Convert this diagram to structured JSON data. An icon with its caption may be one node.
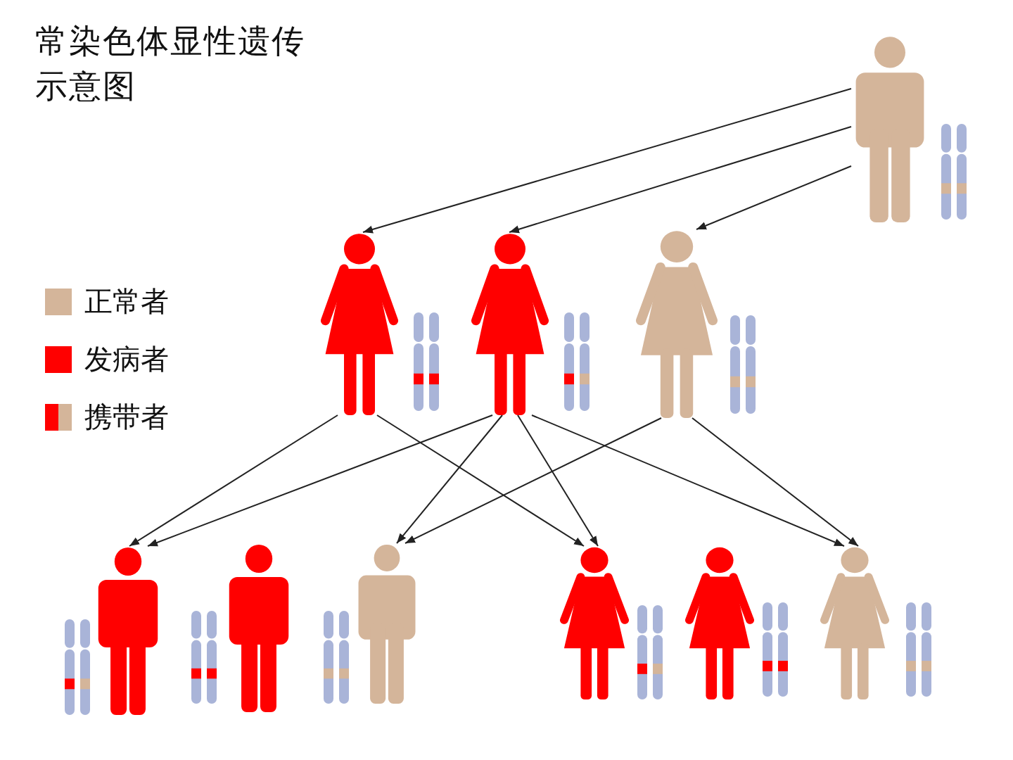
{
  "diagram": {
    "title": "常染色体显性遗传示意图",
    "nodes": [
      {
        "text": [],
        "shape": "person"
      },
      {
        "text": [],
        "shape": "person"
      },
      {
        "text": [],
        "shape": "person"
      },
      {
        "text": [],
        "shape": "person"
      },
      {
        "text": [],
        "shape": "person"
      },
      {
        "text": [],
        "shape": "person"
      },
      {
        "text": [],
        "shape": "person"
      },
      {
        "text": [],
        "shape": "person"
      },
      {
        "text": [],
        "shape": "person"
      },
      {
        "text": [],
        "shape": "person"
      }
    ],
    "edges": [
      {
        "from": 0,
        "to": 1,
        "arrow": "to"
      },
      {
        "from": 0,
        "to": 2,
        "arrow": "to"
      },
      {
        "from": 0,
        "to": 3,
        "arrow": "to"
      },
      {
        "from": 1,
        "to": 4,
        "arrow": "to"
      },
      {
        "from": 1,
        "to": 7,
        "arrow": "to"
      },
      {
        "from": 2,
        "to": 4,
        "arrow": "to"
      },
      {
        "from": 2,
        "to": 6,
        "arrow": "to"
      },
      {
        "from": 2,
        "to": 7,
        "arrow": "to"
      },
      {
        "from": 2,
        "to": 9,
        "arrow": "to"
      },
      {
        "from": 3,
        "to": 6,
        "arrow": "to"
      },
      {
        "from": 3,
        "to": 9,
        "arrow": "to"
      }
    ],
    "legend": [
      {
        "text": "正常者",
        "color": "#d4b59a"
      },
      {
        "text": "发病者",
        "color": "#ff0000"
      },
      {
        "text": "携带者"
      }
    ]
  }
}
